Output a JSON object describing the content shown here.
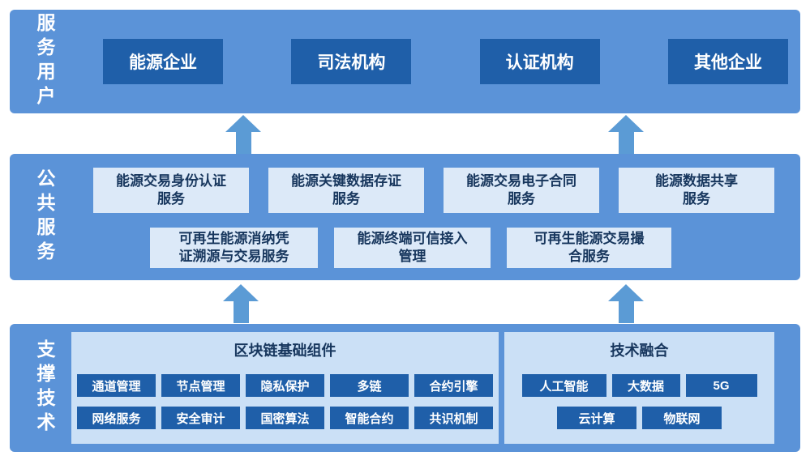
{
  "bands": {
    "users": {
      "label": "服务用户",
      "items": [
        "能源企业",
        "司法机构",
        "认证机构",
        "其他企业"
      ]
    },
    "services": {
      "label": "公共服务",
      "row1": [
        "能源交易身份认证\n服务",
        "能源关键数据存证\n服务",
        "能源交易电子合同\n服务",
        "能源数据共享\n服务"
      ],
      "row2": [
        "可再生能源消纳凭\n证溯源与交易服务",
        "能源终端可信接入\n管理",
        "可再生能源交易撮\n合服务"
      ]
    },
    "tech": {
      "label": "支撑技术",
      "blockchain": {
        "title": "区块链基础组件",
        "row1": [
          "通道管理",
          "节点管理",
          "隐私保护",
          "多链",
          "合约引擎"
        ],
        "row2": [
          "网络服务",
          "安全审计",
          "国密算法",
          "智能合约",
          "共识机制"
        ]
      },
      "fusion": {
        "title": "技术融合",
        "row1": [
          "人工智能",
          "大数据",
          "5G"
        ],
        "row2": [
          "云计算",
          "物联网"
        ]
      }
    }
  },
  "colors": {
    "band": "#5b93d8",
    "dark_box": "#1f5fa9",
    "light_box": "#dce9f8",
    "panel": "#cbe0f6",
    "arrow": "#5b9bd5",
    "navy_text": "#17365d"
  }
}
